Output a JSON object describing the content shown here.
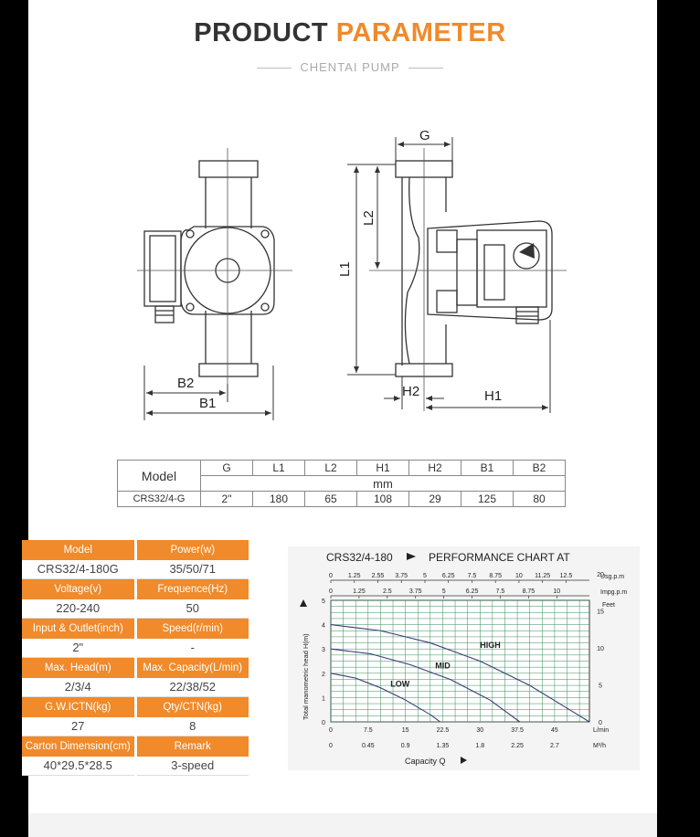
{
  "header": {
    "title_part1": "PRODUCT",
    "title_part2": "PARAMETER",
    "subtitle": "CHENTAI PUMP"
  },
  "diagram": {
    "labels": {
      "g": "G",
      "l1": "L1",
      "l2": "L2",
      "h1": "H1",
      "h2": "H2",
      "b1": "B1",
      "b2": "B2"
    }
  },
  "dimension_table": {
    "model_label": "Model",
    "columns": [
      "G",
      "L1",
      "L2",
      "H1",
      "H2",
      "B1",
      "B2"
    ],
    "unit": "mm",
    "row": {
      "model": "CRS32/4-G",
      "values": [
        "2\"",
        "180",
        "65",
        "108",
        "29",
        "125",
        "80"
      ]
    }
  },
  "spec_table": {
    "rows": [
      {
        "h1": "Model",
        "h2": "Power(w)",
        "v1": "CRS32/4-180G",
        "v2": "35/50/71"
      },
      {
        "h1": "Voltage(v)",
        "h2": "Frequence(Hz)",
        "v1": "220-240",
        "v2": "50"
      },
      {
        "h1": "Input & Outlet(inch)",
        "h2": "Speed(r/min)",
        "v1": "2\"",
        "v2": "-"
      },
      {
        "h1": "Max. Head(m)",
        "h2": "Max. Capacity(L/min)",
        "v1": "2/3/4",
        "v2": "22/38/52"
      },
      {
        "h1": "G.W.ICTN(kg)",
        "h2": "Qty/CTN(kg)",
        "v1": "27",
        "v2": "8"
      },
      {
        "h1": "Carton Dimension(cm)",
        "h2": "Remark",
        "v1": "40*29.5*28.5",
        "v2": "3-speed"
      }
    ]
  },
  "chart_data": {
    "type": "line",
    "title_model": "CRS32/4-180",
    "title_text": "PERFORMANCE CHART AT",
    "xlabel": "Capacity Q",
    "ylabel": "Total manometric head H(m)",
    "xlim": [
      0,
      52
    ],
    "ylim": [
      0,
      5
    ],
    "top_axes": [
      {
        "unit": "Usg.p.m",
        "ticks": [
          "0",
          "1.25",
          "2.55",
          "3.75",
          "5",
          "6.25",
          "7.5",
          "8.75",
          "10",
          "11.25",
          "12.5"
        ],
        "step_lmin": 4.73
      },
      {
        "unit": "Impg.p.m",
        "ticks": [
          "0",
          "1.25",
          "2.5",
          "3.75",
          "5",
          "6.25",
          "7.5",
          "8.75",
          "10"
        ],
        "step_lmin": 5.68
      }
    ],
    "bottom_axes": [
      {
        "unit": "L/min",
        "ticks": [
          "0",
          "7.5",
          "15",
          "22.5",
          "30",
          "37.5",
          "45"
        ],
        "step_lmin": 7.5
      },
      {
        "unit": "M³/h",
        "ticks": [
          "0",
          "0.45",
          "0.9",
          "1.35",
          "1.8",
          "2.25",
          "2.7"
        ],
        "step_lmin": 7.5
      }
    ],
    "y_ticks": [
      "0",
      "1",
      "2",
      "3",
      "4",
      "5"
    ],
    "feet_axis": {
      "unit": "Feet",
      "ticks": [
        "0",
        "5",
        "10",
        "15",
        "20"
      ]
    },
    "series": [
      {
        "name": "HIGH",
        "x": [
          0,
          10,
          20,
          30,
          40,
          52
        ],
        "y": [
          4.0,
          3.75,
          3.25,
          2.5,
          1.5,
          0
        ]
      },
      {
        "name": "MID",
        "x": [
          0,
          8,
          16,
          24,
          32,
          38
        ],
        "y": [
          3.0,
          2.8,
          2.35,
          1.75,
          0.9,
          0
        ]
      },
      {
        "name": "LOW",
        "x": [
          0,
          5,
          10,
          15,
          20,
          22
        ],
        "y": [
          2.0,
          1.8,
          1.4,
          0.9,
          0.3,
          0
        ]
      }
    ]
  }
}
